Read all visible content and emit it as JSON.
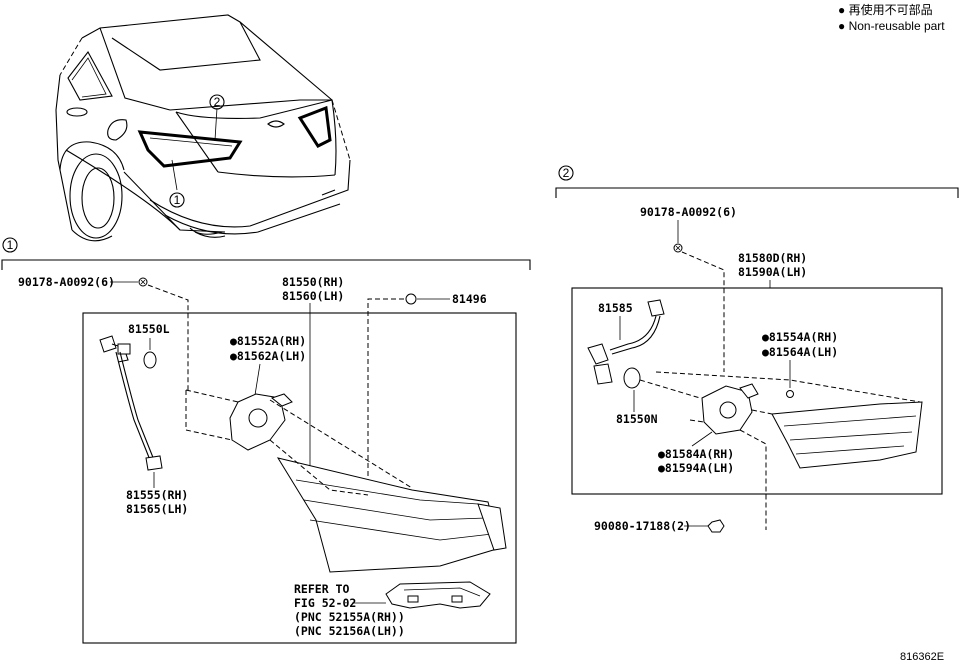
{
  "legend": {
    "jp": "● 再使用不可部品",
    "en": "● Non-reusable part"
  },
  "callouts": {
    "c1": "1",
    "c2": "2"
  },
  "left": {
    "bolt": "90178-A0092(6)",
    "lamp_assy_rh": "81550(RH)",
    "lamp_assy_lh": "81560(LH)",
    "bulb_part": "81496",
    "socket": "81550L",
    "gasket_rh": "●81552A(RH)",
    "gasket_lh": "●81562A(LH)",
    "wire_rh": "81555(RH)",
    "wire_lh": "81565(LH)",
    "refer1": "REFER TO",
    "refer2": "FIG 52-02",
    "refer3": "(PNC 52155A(RH))",
    "refer4": "(PNC 52156A(LH))"
  },
  "right": {
    "bolt": "90178-A0092(6)",
    "lamp_assy_rh": "81580D(RH)",
    "lamp_assy_lh": "81590A(LH)",
    "socket": "81585",
    "bulb": "81550N",
    "gasket_rh": "●81554A(RH)",
    "gasket_lh": "●81564A(LH)",
    "gasket2_rh": "●81584A(RH)",
    "gasket2_lh": "●81594A(LH)",
    "nut": "90080-17188(2)"
  },
  "figure_number": "816362E"
}
